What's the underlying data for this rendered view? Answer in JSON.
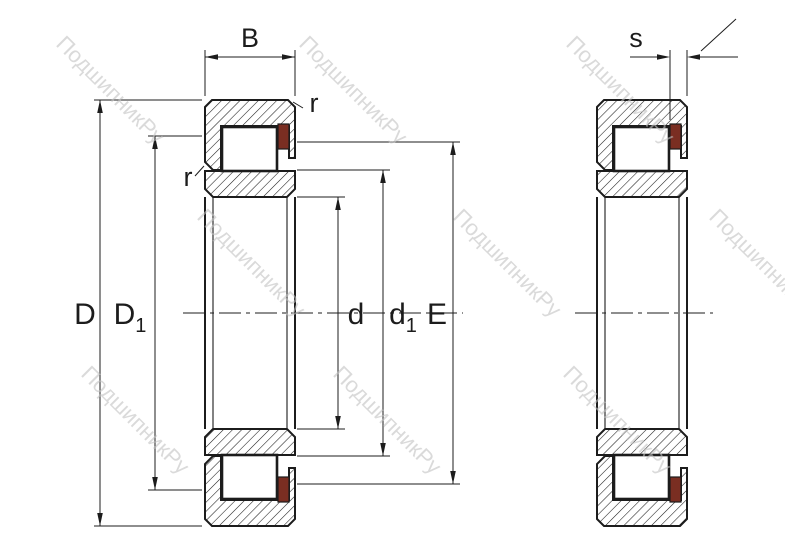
{
  "labels": {
    "B": "B",
    "s": "s",
    "r_outer": "r",
    "r_inner": "r",
    "D": "D",
    "D1": {
      "main": "D",
      "sub": "1"
    },
    "d": "d",
    "d1": {
      "main": "d",
      "sub": "1"
    },
    "E": "E"
  },
  "watermark": {
    "text": "ПодшипникРу",
    "color": "#c2c2c2"
  },
  "colors": {
    "line": "#1c1c1c",
    "snap_ring": "#7a2e22",
    "background": "#ffffff",
    "watermark": "#c2c2c2"
  }
}
